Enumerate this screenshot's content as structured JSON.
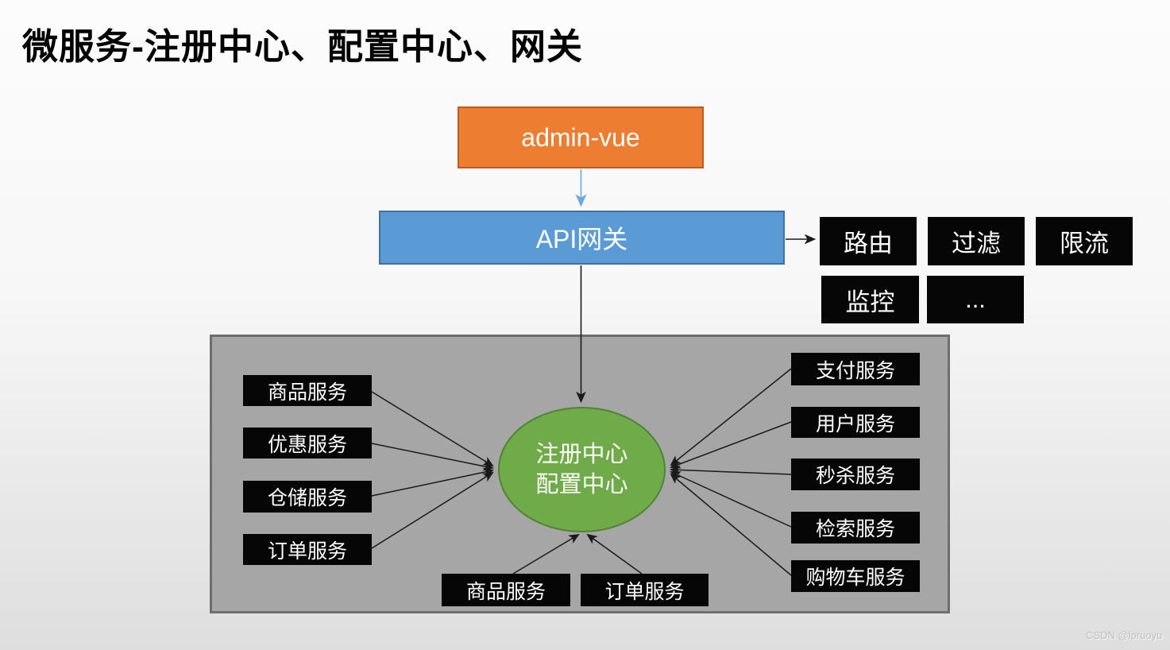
{
  "title": "微服务-注册中心、配置中心、网关",
  "nodes": {
    "frontend": {
      "label": "admin-vue"
    },
    "gateway": {
      "label": "API网关"
    },
    "registry": {
      "line1": "注册中心",
      "line2": "配置中心"
    }
  },
  "gateway_features": [
    {
      "label": "路由"
    },
    {
      "label": "过滤"
    },
    {
      "label": "限流"
    },
    {
      "label": "监控"
    },
    {
      "label": "..."
    }
  ],
  "left_services": [
    {
      "label": "商品服务"
    },
    {
      "label": "优惠服务"
    },
    {
      "label": "仓储服务"
    },
    {
      "label": "订单服务"
    }
  ],
  "right_services": [
    {
      "label": "支付服务"
    },
    {
      "label": "用户服务"
    },
    {
      "label": "秒杀服务"
    },
    {
      "label": "检索服务"
    },
    {
      "label": "购物车服务"
    }
  ],
  "bottom_services": [
    {
      "label": "商品服务"
    },
    {
      "label": "订单服务"
    }
  ],
  "watermark": "CSDN @lpruoyu",
  "colors": {
    "frontend_fill": "#ED7D31",
    "gateway_fill": "#5B9BD5",
    "registry_fill": "#6FAC49",
    "service_fill": "#060606",
    "panel_fill": "#A6A6A6",
    "arrow_black": "#1A1A1A",
    "arrow_blue": "#6FA8DC"
  }
}
